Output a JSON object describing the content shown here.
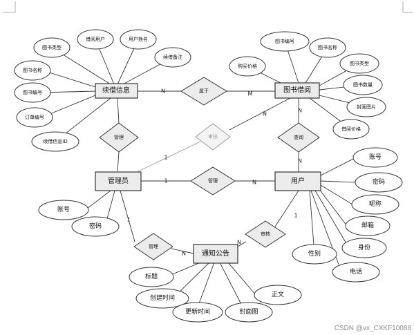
{
  "entities": {
    "borrow_info": "续借信息",
    "book_borrow": "图书借阅",
    "admin": "管理员",
    "user": "用户",
    "notice": "通知公告"
  },
  "relationships": {
    "belongs": "属于",
    "manage_borrow": "管理",
    "approve": "审核",
    "query": "查询",
    "manage_user": "管理",
    "manage_notice": "管理",
    "review": "审核"
  },
  "attributes": {
    "borrow_info": [
      "图书类型",
      "借阅用户",
      "用户姓名",
      "续借备注",
      "图书名称",
      "图书编号",
      "订单编号",
      "续借信息ID"
    ],
    "book_borrow": [
      "图书编号",
      "图书名称",
      "购买价格",
      "图书类型",
      "图书数量",
      "封面图片",
      "借阅价格"
    ],
    "admin": [
      "账号",
      "密码"
    ],
    "user": [
      "账号",
      "密码",
      "昵称",
      "邮箱",
      "身份",
      "性别",
      "电话"
    ],
    "notice": [
      "标题",
      "创建时间",
      "更新时间",
      "封面图",
      "正文"
    ]
  },
  "cardinalities": {
    "borrow_n": "N",
    "book_m": "M",
    "book_n": "N",
    "book_n_query": "N",
    "user_n_query": "N",
    "admin_1_approve": "1",
    "admin_1_user": "1",
    "user_n_admin": "N",
    "admin_1_notice": "1",
    "notice_n_admin": "N",
    "notice_n_user": "N",
    "user_1_notice": "1"
  },
  "watermark": "CSDN @vx_CXKF10088"
}
